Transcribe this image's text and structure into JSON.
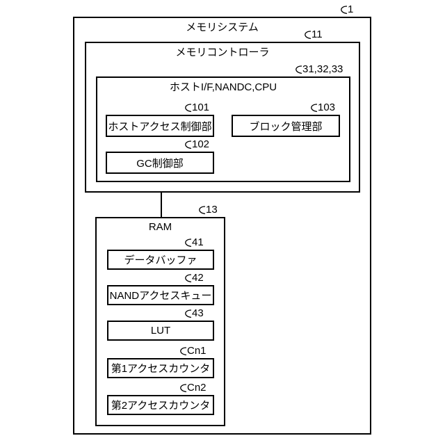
{
  "figure": {
    "type": "patent-block-diagram",
    "memory_system": {
      "label": "メモリシステム",
      "ref": "1"
    },
    "memory_controller": {
      "label": "メモリコントローラ",
      "ref": "11"
    },
    "host_if": {
      "label": "ホストI/F,NANDC,CPU",
      "ref": "31,32,33",
      "blocks": [
        {
          "label": "ホストアクセス制御部",
          "ref": "101"
        },
        {
          "label": "GC制御部",
          "ref": "102"
        },
        {
          "label": "ブロック管理部",
          "ref": "103"
        }
      ]
    },
    "ram": {
      "label": "RAM",
      "ref": "13",
      "blocks": [
        {
          "label": "データバッファ",
          "ref": "41"
        },
        {
          "label": "NANDアクセスキュー",
          "ref": "42"
        },
        {
          "label": "LUT",
          "ref": "43"
        },
        {
          "label": "第1アクセスカウンタ",
          "ref": "Cn1"
        },
        {
          "label": "第2アクセスカウンタ",
          "ref": "Cn2"
        }
      ]
    },
    "colors": {
      "stroke": "#000000",
      "background": "#ffffff"
    }
  }
}
